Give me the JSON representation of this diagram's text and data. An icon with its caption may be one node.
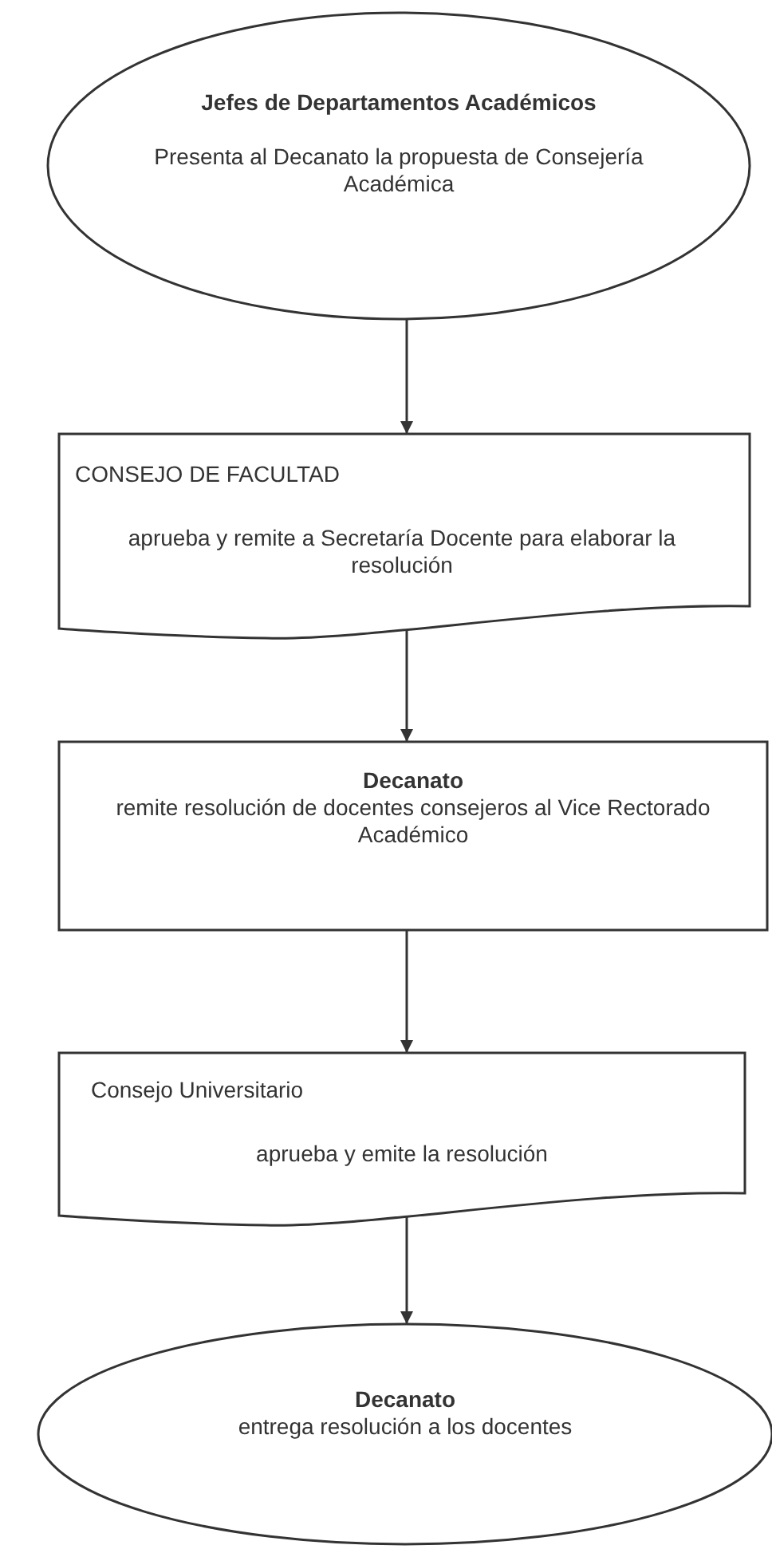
{
  "diagram": {
    "nodes": [
      {
        "text": [
          "Jefes de Departamentos Académicos",
          "Presenta al Decanato la propuesta de Consejería Académica"
        ]
      },
      {
        "text": [
          "CONSEJO DE FACULTAD",
          "aprueba y remite a Secretaría Docente para elaborar la resolución"
        ]
      },
      {
        "text": [
          "Decanato",
          "remite resolución de docentes consejeros al Vice Rectorado Académico"
        ]
      },
      {
        "text": [
          "Consejo Universitario",
          "aprueba y emite la resolución"
        ]
      },
      {
        "text": [
          "Decanato",
          "entrega resolución a los docentes"
        ]
      }
    ],
    "edges": [
      {
        "from": 0,
        "to": 1,
        "arrow": "to"
      },
      {
        "from": 1,
        "to": 2,
        "arrow": "to"
      },
      {
        "from": 2,
        "to": 3,
        "arrow": "to"
      },
      {
        "from": 3,
        "to": 4,
        "arrow": "to"
      }
    ]
  }
}
